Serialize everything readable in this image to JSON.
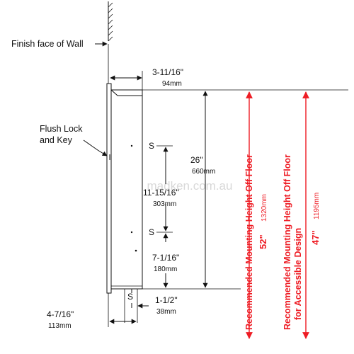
{
  "labels": {
    "finish_wall": "Finish face of Wall",
    "flush_lock_1": "Flush Lock",
    "flush_lock_2": "and Key",
    "watermark": "madken.com.au",
    "depth_in": "3-11/16\"",
    "depth_mm": "94mm",
    "height_in": "26\"",
    "height_mm": "660mm",
    "s_top": "S",
    "s_mid": "S",
    "s_bottom": "S",
    "screw_gap_in": "11-15/16\"",
    "screw_gap_mm": "303mm",
    "screw_bottom_in": "7-1/16\"",
    "screw_bottom_mm": "180mm",
    "bottom_small_in": "1-1/2\"",
    "bottom_small_mm": "38mm",
    "width_in": "4-7/16\"",
    "width_mm": "113mm"
  },
  "mounting": {
    "standard_label": "Recommended Mounting Height Off Floor",
    "standard_in": "52\"",
    "standard_mm": "1320mm",
    "accessible_label_1": "Recommended Mounting Height Off Floor",
    "accessible_label_2": "for Accessible Design",
    "accessible_in": "47\"",
    "accessible_mm": "1195mm"
  },
  "colors": {
    "line": "#111111",
    "accent_red": "#ee1c24",
    "watermark": "#d8d8d8"
  }
}
